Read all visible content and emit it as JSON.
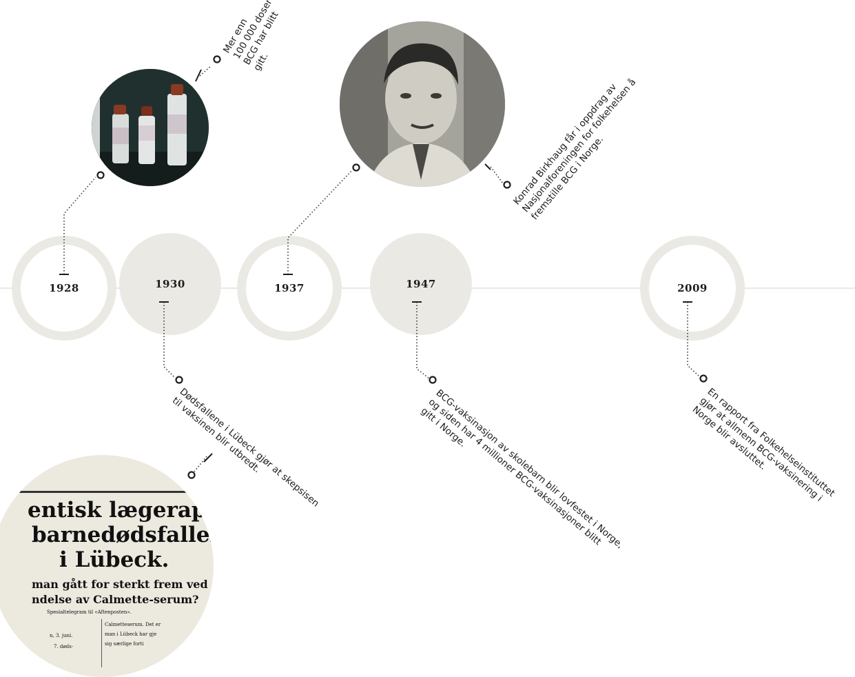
{
  "events": [
    {
      "year": "1928",
      "note_lines": [
        "Mer enn",
        "100 000 doser",
        "BCG har blitt",
        "gitt."
      ]
    },
    {
      "year": "1930",
      "note_lines": [
        "Dødsfallene i Lübeck gjør at skepsisen",
        "til vaksinen blir utbredt."
      ]
    },
    {
      "year": "1937",
      "note_lines": [
        "Konrad Birkhaug får i oppdrag av",
        "Nasjonalforeningen for folkehelsen å",
        "fremstille BCG i Norge."
      ]
    },
    {
      "year": "1947",
      "note_lines": [
        "BCG-vaksinasjon av skolebarn blir lovfestet i Norge,",
        "og siden har 4 millioner BCG-vaksinasjoner blitt",
        "gitt i Norge."
      ]
    },
    {
      "year": "2009",
      "note_lines": [
        "En rapport fra Folkehelseinstituttet",
        "gjør at allmenn BCG-vaksinering i",
        "Norge blir avsluttet."
      ]
    }
  ],
  "newspaper": {
    "lines": [
      "entisk lægerappo",
      "barnedødsfallene",
      "i Lübeck.",
      "man gått for sterkt frem ved",
      "ndelse av Calmette-serum?",
      "Spesialtelegram til «Aftenposten».",
      "Calmetteserum. Det er",
      "n, 3. juni.",
      "man i Lübeck har gje",
      "sig særlige forti",
      "7. døds-"
    ]
  },
  "colors": {
    "node": "#ebe9e4",
    "text": "#1d1d1d",
    "dots": "#333333"
  }
}
